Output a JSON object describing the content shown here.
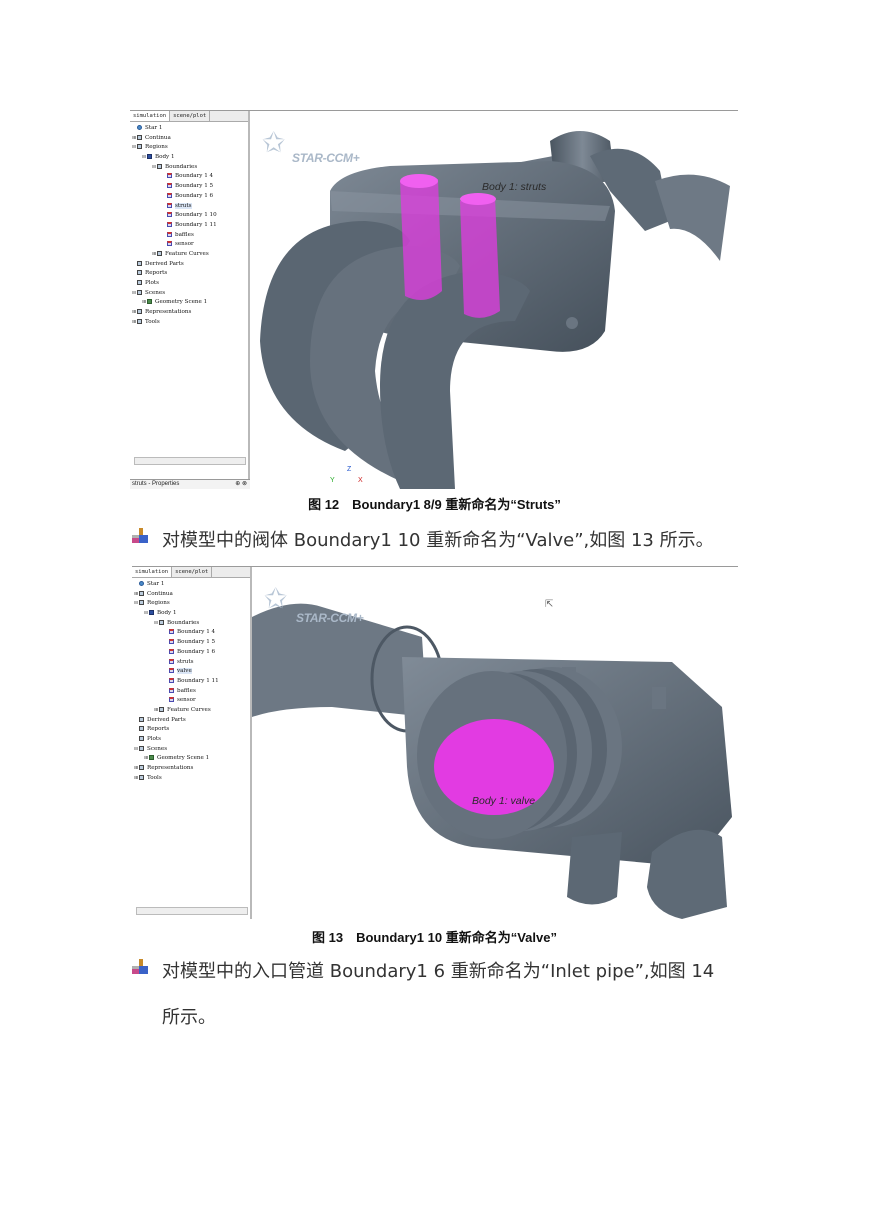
{
  "figure12": {
    "tabs": [
      "simulation",
      "scene/plot"
    ],
    "tree": [
      {
        "label": "Star 1",
        "icon": "globe",
        "depth": 0
      },
      {
        "label": "Continua",
        "icon": "folder",
        "depth": 0,
        "pm": "+"
      },
      {
        "label": "Regions",
        "icon": "folder",
        "depth": 0,
        "pm": "-"
      },
      {
        "label": "Body 1",
        "icon": "body",
        "depth": 1,
        "pm": "-"
      },
      {
        "label": "Boundaries",
        "icon": "folder",
        "depth": 2,
        "pm": "-"
      },
      {
        "label": "Boundary 1 4",
        "icon": "boundary",
        "depth": 3
      },
      {
        "label": "Boundary 1 5",
        "icon": "boundary",
        "depth": 3
      },
      {
        "label": "Boundary 1 6",
        "icon": "boundary",
        "depth": 3
      },
      {
        "label": "struts",
        "icon": "boundary",
        "depth": 3,
        "selected": true
      },
      {
        "label": "Boundary 1 10",
        "icon": "boundary",
        "depth": 3
      },
      {
        "label": "Boundary 1 11",
        "icon": "boundary",
        "depth": 3
      },
      {
        "label": "baffles",
        "icon": "boundary",
        "depth": 3
      },
      {
        "label": "sensor",
        "icon": "boundary",
        "depth": 3
      },
      {
        "label": "Feature Curves",
        "icon": "folder",
        "depth": 2,
        "pm": "+"
      },
      {
        "label": "Derived Parts",
        "icon": "folder",
        "depth": 0
      },
      {
        "label": "Reports",
        "icon": "folder",
        "depth": 0
      },
      {
        "label": "Plots",
        "icon": "folder",
        "depth": 0
      },
      {
        "label": "Scenes",
        "icon": "folder",
        "depth": 0,
        "pm": "-"
      },
      {
        "label": "Geometry Scene 1",
        "icon": "scene",
        "depth": 1,
        "pm": "+"
      },
      {
        "label": "Representations",
        "icon": "folder",
        "depth": 0,
        "pm": "+"
      },
      {
        "label": "Tools",
        "icon": "folder",
        "depth": 0,
        "pm": "+"
      }
    ],
    "properties_label": "struts - Properties",
    "properties_controls": "⊕ ⊗",
    "logo_text": "STAR-CCM+",
    "body_label": "Body 1: struts",
    "axes": {
      "x": "X",
      "y": "Y",
      "z": "Z"
    },
    "caption": "图 12　Boundary1 8/9 重新命名为“Struts”"
  },
  "paragraph1": "对模型中的阀体 Boundary1 10 重新命名为“Valve”,如图 13 所示。",
  "figure13": {
    "tabs": [
      "simulation",
      "scene/plot"
    ],
    "tree": [
      {
        "label": "Star 1",
        "icon": "globe",
        "depth": 0
      },
      {
        "label": "Continua",
        "icon": "folder",
        "depth": 0,
        "pm": "+"
      },
      {
        "label": "Regions",
        "icon": "folder",
        "depth": 0,
        "pm": "-"
      },
      {
        "label": "Body 1",
        "icon": "body",
        "depth": 1,
        "pm": "-"
      },
      {
        "label": "Boundaries",
        "icon": "folder",
        "depth": 2,
        "pm": "-"
      },
      {
        "label": "Boundary 1 4",
        "icon": "boundary",
        "depth": 3
      },
      {
        "label": "Boundary 1 5",
        "icon": "boundary",
        "depth": 3
      },
      {
        "label": "Boundary 1 6",
        "icon": "boundary",
        "depth": 3
      },
      {
        "label": "struts",
        "icon": "boundary",
        "depth": 3
      },
      {
        "label": "valve",
        "icon": "boundary",
        "depth": 3,
        "selected": true
      },
      {
        "label": "Boundary 1 11",
        "icon": "boundary",
        "depth": 3
      },
      {
        "label": "baffles",
        "icon": "boundary",
        "depth": 3
      },
      {
        "label": "sensor",
        "icon": "boundary",
        "depth": 3
      },
      {
        "label": "Feature Curves",
        "icon": "folder",
        "depth": 2,
        "pm": "+"
      },
      {
        "label": "Derived Parts",
        "icon": "folder",
        "depth": 0
      },
      {
        "label": "Reports",
        "icon": "folder",
        "depth": 0
      },
      {
        "label": "Plots",
        "icon": "folder",
        "depth": 0
      },
      {
        "label": "Scenes",
        "icon": "folder",
        "depth": 0,
        "pm": "-"
      },
      {
        "label": "Geometry Scene 1",
        "icon": "scene",
        "depth": 1,
        "pm": "+"
      },
      {
        "label": "Representations",
        "icon": "folder",
        "depth": 0,
        "pm": "+"
      },
      {
        "label": "Tools",
        "icon": "folder",
        "depth": 0,
        "pm": "+"
      }
    ],
    "logo_text": "STAR-CCM+",
    "body_label": "Body 1: valve",
    "caption": "图 13　Boundary1 10 重新命名为“Valve”"
  },
  "paragraph2_line1": "对模型中的入口管道 Boundary1 6 重新命名为“Inlet pipe”,如图 14",
  "paragraph2_line2": "所示。",
  "colors": {
    "model": "#5c6874",
    "highlight": "#e23be2",
    "logo": "#aab8c8"
  }
}
